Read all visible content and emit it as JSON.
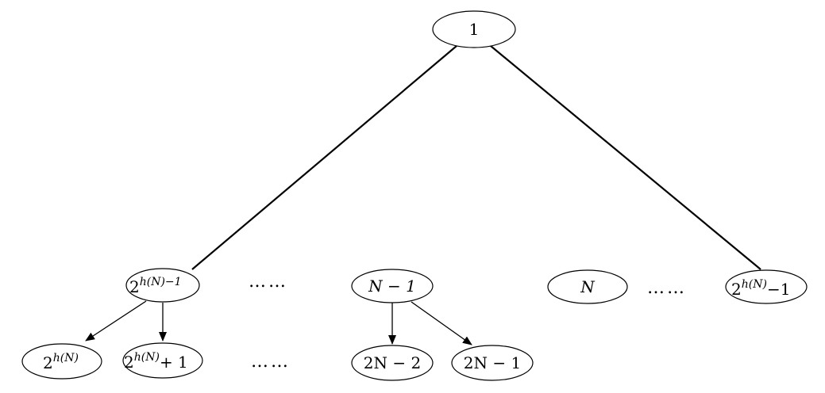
{
  "diagram": {
    "nodes": {
      "root": "1",
      "left_mid": {
        "base": "2",
        "sup": "h(N)−1"
      },
      "mid_mid": "N − 1",
      "right_n": "N",
      "right_mid": {
        "base": "2",
        "sup": "h(N)",
        "tail": "−1"
      },
      "leaf_1": {
        "base": "2",
        "sup": "h(N)"
      },
      "leaf_2": {
        "base": "2",
        "sup": "h(N)",
        "tail": "+ 1"
      },
      "leaf_3": "2N − 2",
      "leaf_4": "2N − 1"
    },
    "ellipsis": "……"
  }
}
